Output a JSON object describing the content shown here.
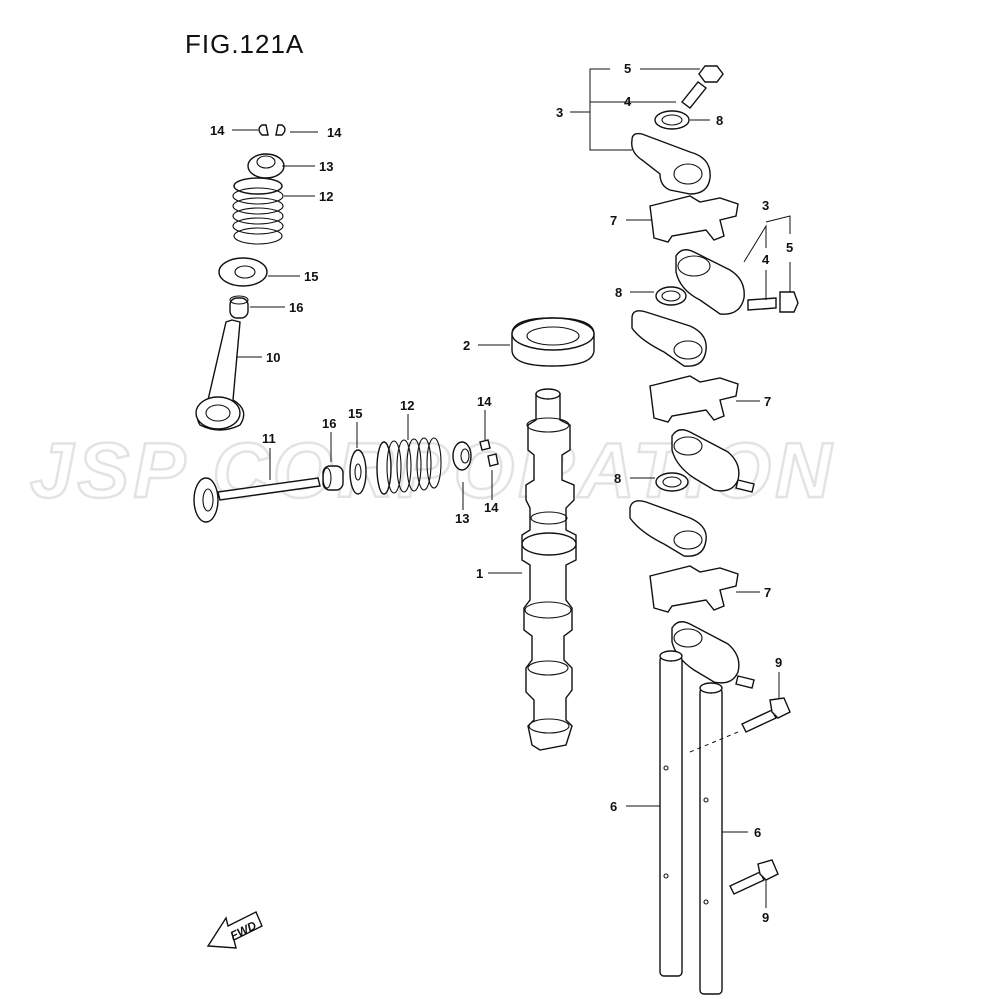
{
  "figure": {
    "title": "FIG.121A",
    "watermark": "JSP CORPORATION",
    "fwd_label": "FWD"
  },
  "callouts": {
    "c1": "1",
    "c2": "2",
    "c3a": "3",
    "c3b": "3",
    "c4a": "4",
    "c4b": "4",
    "c5a": "5",
    "c5b": "5",
    "c6a": "6",
    "c6b": "6",
    "c7a": "7",
    "c7b": "7",
    "c7c": "7",
    "c8a": "8",
    "c8b": "8",
    "c8c": "8",
    "c9a": "9",
    "c9b": "9",
    "c10": "10",
    "c11": "11",
    "c12a": "12",
    "c12b": "12",
    "c13a": "13",
    "c13b": "13",
    "c14a": "14",
    "c14b": "14",
    "c14c": "14",
    "c14d": "14",
    "c15a": "15",
    "c15b": "15",
    "c16a": "16",
    "c16b": "16"
  },
  "colors": {
    "line": "#111111",
    "watermark": "#e3e3e3",
    "background": "#ffffff"
  }
}
